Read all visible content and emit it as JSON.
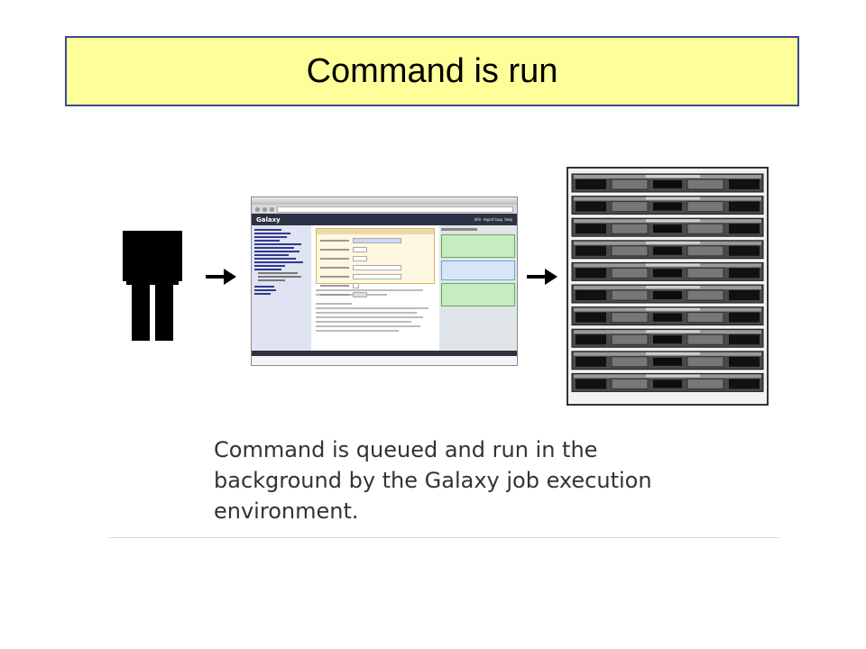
{
  "slide": {
    "title": "Command is run",
    "caption": "Command is queued and run in the background by the Galaxy job execution environment."
  },
  "icons": [
    "person-icon",
    "arrow-right-icon",
    "galaxy-browser-screenshot",
    "server-rack-icon"
  ],
  "colors": {
    "title_bg": "#ffff99",
    "title_border": "#3a4b8c"
  }
}
